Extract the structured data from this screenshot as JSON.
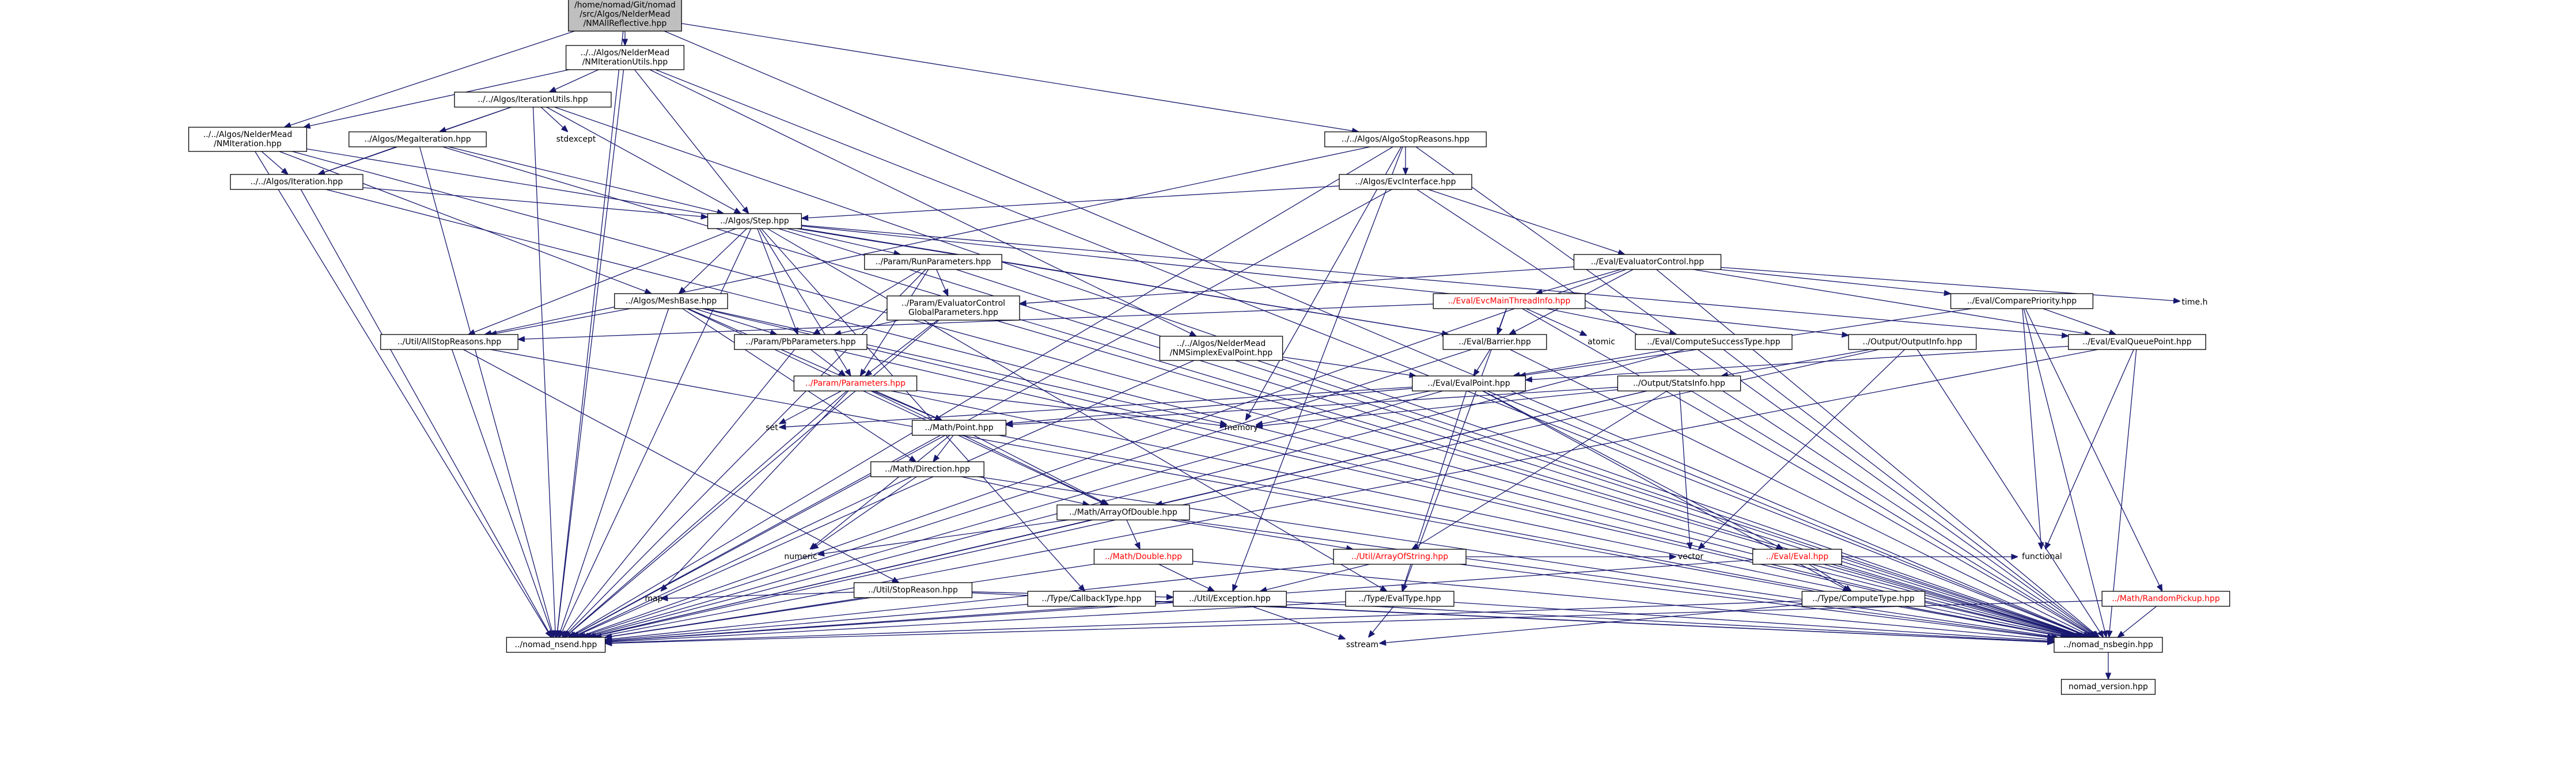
{
  "nodes": [
    {
      "id": "root",
      "lines": [
        "/home/nomad/Git/nomad",
        "/src/Algos/NelderMead",
        "/NMAllReflective.hpp"
      ],
      "style": "root"
    },
    {
      "id": "nmiterutils",
      "lines": [
        "../../Algos/NelderMead",
        "/NMIterationUtils.hpp"
      ]
    },
    {
      "id": "iterutils",
      "lines": [
        "../../Algos/IterationUtils.hpp"
      ]
    },
    {
      "id": "algostop",
      "lines": [
        "../../Algos/AlgoStopReasons.hpp"
      ]
    },
    {
      "id": "nmiteration",
      "lines": [
        "../../Algos/NelderMead",
        "/NMIteration.hpp"
      ]
    },
    {
      "id": "megaiter",
      "lines": [
        "../Algos/MegaIteration.hpp"
      ]
    },
    {
      "id": "stdexcept",
      "lines": [
        "stdexcept"
      ],
      "style": "plain"
    },
    {
      "id": "evcinterface",
      "lines": [
        "../Algos/EvcInterface.hpp"
      ]
    },
    {
      "id": "iteration",
      "lines": [
        "../../Algos/Iteration.hpp"
      ]
    },
    {
      "id": "step",
      "lines": [
        "../Algos/Step.hpp"
      ]
    },
    {
      "id": "runparams",
      "lines": [
        "../Param/RunParameters.hpp"
      ]
    },
    {
      "id": "evalctrl",
      "lines": [
        "../Eval/EvaluatorControl.hpp"
      ]
    },
    {
      "id": "meshbase",
      "lines": [
        "../Algos/MeshBase.hpp"
      ]
    },
    {
      "id": "evcglobal",
      "lines": [
        "../Param/EvaluatorControl",
        "GlobalParameters.hpp"
      ]
    },
    {
      "id": "evcmain",
      "lines": [
        "../Eval/EvcMainThreadInfo.hpp"
      ],
      "style": "red"
    },
    {
      "id": "compprio",
      "lines": [
        "../Eval/ComparePriority.hpp"
      ]
    },
    {
      "id": "timeh",
      "lines": [
        "time.h"
      ],
      "style": "plain"
    },
    {
      "id": "allstop",
      "lines": [
        "../Util/AllStopReasons.hpp"
      ]
    },
    {
      "id": "pbparams",
      "lines": [
        "../Param/PbParameters.hpp"
      ]
    },
    {
      "id": "nmsimplex",
      "lines": [
        "../../Algos/NelderMead",
        "/NMSimplexEvalPoint.hpp"
      ]
    },
    {
      "id": "barrier",
      "lines": [
        "../Eval/Barrier.hpp"
      ]
    },
    {
      "id": "compsucc",
      "lines": [
        "../Eval/ComputeSuccessType.hpp"
      ]
    },
    {
      "id": "atomic",
      "lines": [
        "atomic"
      ],
      "style": "plain"
    },
    {
      "id": "outinfo",
      "lines": [
        "../Output/OutputInfo.hpp"
      ]
    },
    {
      "id": "evalqueue",
      "lines": [
        "../Eval/EvalQueuePoint.hpp"
      ]
    },
    {
      "id": "params",
      "lines": [
        "../Param/Parameters.hpp"
      ],
      "style": "red"
    },
    {
      "id": "evalpoint",
      "lines": [
        "../Eval/EvalPoint.hpp"
      ]
    },
    {
      "id": "statsinfo",
      "lines": [
        "../Output/StatsInfo.hpp"
      ]
    },
    {
      "id": "set",
      "lines": [
        "set"
      ],
      "style": "plain"
    },
    {
      "id": "memory",
      "lines": [
        "memory"
      ],
      "style": "plain"
    },
    {
      "id": "point",
      "lines": [
        "../Math/Point.hpp"
      ]
    },
    {
      "id": "direction",
      "lines": [
        "../Math/Direction.hpp"
      ]
    },
    {
      "id": "arrdouble",
      "lines": [
        "../Math/ArrayOfDouble.hpp"
      ]
    },
    {
      "id": "eval",
      "lines": [
        "../Eval/Eval.hpp"
      ],
      "style": "red"
    },
    {
      "id": "numeric",
      "lines": [
        "numeric"
      ],
      "style": "plain"
    },
    {
      "id": "stopreason",
      "lines": [
        "../Util/StopReason.hpp"
      ]
    },
    {
      "id": "mdouble",
      "lines": [
        "../Math/Double.hpp"
      ],
      "style": "red"
    },
    {
      "id": "arrstring",
      "lines": [
        "../Util/ArrayOfString.hpp"
      ],
      "style": "red"
    },
    {
      "id": "vector",
      "lines": [
        "vector"
      ],
      "style": "plain"
    },
    {
      "id": "functional",
      "lines": [
        "functional"
      ],
      "style": "plain"
    },
    {
      "id": "map",
      "lines": [
        "map"
      ],
      "style": "plain"
    },
    {
      "id": "callback",
      "lines": [
        "../Type/CallbackType.hpp"
      ]
    },
    {
      "id": "exception",
      "lines": [
        "../Util/Exception.hpp"
      ]
    },
    {
      "id": "evaltype",
      "lines": [
        "../Type/EvalType.hpp"
      ]
    },
    {
      "id": "comptype",
      "lines": [
        "../Type/ComputeType.hpp"
      ]
    },
    {
      "id": "randpick",
      "lines": [
        "../Math/RandomPickup.hpp"
      ],
      "style": "red"
    },
    {
      "id": "sstream",
      "lines": [
        "sstream"
      ],
      "style": "plain"
    },
    {
      "id": "nomadend",
      "lines": [
        "../nomad_nsend.hpp"
      ]
    },
    {
      "id": "nomadbegin",
      "lines": [
        "../nomad_nsbegin.hpp"
      ]
    },
    {
      "id": "nomadversion",
      "lines": [
        "nomad_version.hpp"
      ]
    }
  ],
  "edges": [
    [
      "root",
      "nmiterutils"
    ],
    [
      "root",
      "algostop"
    ],
    [
      "root",
      "nmiteration"
    ],
    [
      "root",
      "nomadend"
    ],
    [
      "root",
      "nomadbegin"
    ],
    [
      "nmiterutils",
      "iterutils"
    ],
    [
      "nmiterutils",
      "step"
    ],
    [
      "nmiterutils",
      "nmiteration"
    ],
    [
      "nmiterutils",
      "nmsimplex"
    ],
    [
      "nmiterutils",
      "nomadend"
    ],
    [
      "nmiterutils",
      "nomadbegin"
    ],
    [
      "iterutils",
      "megaiter"
    ],
    [
      "iterutils",
      "iteration"
    ],
    [
      "iterutils",
      "step"
    ],
    [
      "iterutils",
      "stdexcept"
    ],
    [
      "iterutils",
      "nomadend"
    ],
    [
      "iterutils",
      "nomadbegin"
    ],
    [
      "algostop",
      "evcinterface"
    ],
    [
      "algostop",
      "allstop"
    ],
    [
      "algostop",
      "memory"
    ],
    [
      "algostop",
      "nomadend"
    ],
    [
      "algostop",
      "nomadbegin"
    ],
    [
      "algostop",
      "exception"
    ],
    [
      "nmiteration",
      "iteration"
    ],
    [
      "nmiteration",
      "meshbase"
    ],
    [
      "nmiteration",
      "nomadend"
    ],
    [
      "nmiteration",
      "nomadbegin"
    ],
    [
      "nmiteration",
      "barrier"
    ],
    [
      "megaiter",
      "iteration"
    ],
    [
      "megaiter",
      "step"
    ],
    [
      "megaiter",
      "nomadend"
    ],
    [
      "megaiter",
      "nomadbegin"
    ],
    [
      "evcinterface",
      "step"
    ],
    [
      "evcinterface",
      "evalctrl"
    ],
    [
      "evcinterface",
      "nomadend"
    ],
    [
      "evcinterface",
      "nomadbegin"
    ],
    [
      "iteration",
      "step"
    ],
    [
      "iteration",
      "nomadend"
    ],
    [
      "iteration",
      "nomadbegin"
    ],
    [
      "step",
      "runparams"
    ],
    [
      "step",
      "meshbase"
    ],
    [
      "step",
      "pbparams"
    ],
    [
      "step",
      "allstop"
    ],
    [
      "step",
      "barrier"
    ],
    [
      "step",
      "outinfo"
    ],
    [
      "step",
      "callback"
    ],
    [
      "step",
      "evaltype"
    ],
    [
      "step",
      "nomadend"
    ],
    [
      "step",
      "nomadbegin"
    ],
    [
      "step",
      "evalqueue"
    ],
    [
      "step",
      "params"
    ],
    [
      "runparams",
      "evcglobal"
    ],
    [
      "runparams",
      "pbparams"
    ],
    [
      "runparams",
      "params"
    ],
    [
      "runparams",
      "nomadend"
    ],
    [
      "runparams",
      "nomadbegin"
    ],
    [
      "evalctrl",
      "evcglobal"
    ],
    [
      "evalctrl",
      "evcmain"
    ],
    [
      "evalctrl",
      "compprio"
    ],
    [
      "evalctrl",
      "timeh"
    ],
    [
      "evalctrl",
      "barrier"
    ],
    [
      "evalctrl",
      "evalqueue"
    ],
    [
      "evalctrl",
      "nomadend"
    ],
    [
      "evalctrl",
      "nomadbegin"
    ],
    [
      "meshbase",
      "allstop"
    ],
    [
      "meshbase",
      "pbparams"
    ],
    [
      "meshbase",
      "point"
    ],
    [
      "meshbase",
      "direction"
    ],
    [
      "meshbase",
      "arrdouble"
    ],
    [
      "meshbase",
      "memory"
    ],
    [
      "meshbase",
      "nomadend"
    ],
    [
      "meshbase",
      "nomadbegin"
    ],
    [
      "evcglobal",
      "pbparams"
    ],
    [
      "evcglobal",
      "params"
    ],
    [
      "evcglobal",
      "nomadend"
    ],
    [
      "evcglobal",
      "nomadbegin"
    ],
    [
      "evcmain",
      "allstop"
    ],
    [
      "evcmain",
      "barrier"
    ],
    [
      "evcmain",
      "compsucc"
    ],
    [
      "evcmain",
      "atomic"
    ],
    [
      "evcmain",
      "evaltype"
    ],
    [
      "evcmain",
      "nomadbegin"
    ],
    [
      "compprio",
      "evalqueue"
    ],
    [
      "compprio",
      "evalpoint"
    ],
    [
      "compprio",
      "randpick"
    ],
    [
      "compprio",
      "functional"
    ],
    [
      "compprio",
      "nomadbegin"
    ],
    [
      "allstop",
      "stopreason"
    ],
    [
      "allstop",
      "nomadend"
    ],
    [
      "allstop",
      "nomadbegin"
    ],
    [
      "pbparams",
      "params"
    ],
    [
      "pbparams",
      "nomadend"
    ],
    [
      "pbparams",
      "nomadbegin"
    ],
    [
      "nmsimplex",
      "evalpoint"
    ],
    [
      "nmsimplex",
      "nomadend"
    ],
    [
      "nmsimplex",
      "nomadbegin"
    ],
    [
      "barrier",
      "evalpoint"
    ],
    [
      "barrier",
      "nomadend"
    ],
    [
      "barrier",
      "nomadbegin"
    ],
    [
      "compsucc",
      "evalpoint"
    ],
    [
      "compsucc",
      "nomadend"
    ],
    [
      "compsucc",
      "nomadbegin"
    ],
    [
      "outinfo",
      "statsinfo"
    ],
    [
      "outinfo",
      "nomadend"
    ],
    [
      "outinfo",
      "nomadbegin"
    ],
    [
      "outinfo",
      "vector"
    ],
    [
      "evalqueue",
      "evalpoint"
    ],
    [
      "evalqueue",
      "nomadend"
    ],
    [
      "evalqueue",
      "nomadbegin"
    ],
    [
      "evalqueue",
      "functional"
    ],
    [
      "params",
      "point"
    ],
    [
      "params",
      "set"
    ],
    [
      "params",
      "memory"
    ],
    [
      "params",
      "map"
    ],
    [
      "params",
      "nomadend"
    ],
    [
      "params",
      "nomadbegin"
    ],
    [
      "params",
      "arrdouble"
    ],
    [
      "evalpoint",
      "point"
    ],
    [
      "evalpoint",
      "eval"
    ],
    [
      "evalpoint",
      "comptype"
    ],
    [
      "evalpoint",
      "evaltype"
    ],
    [
      "evalpoint",
      "set"
    ],
    [
      "evalpoint",
      "memory"
    ],
    [
      "evalpoint",
      "nomadend"
    ],
    [
      "evalpoint",
      "nomadbegin"
    ],
    [
      "statsinfo",
      "arrdouble"
    ],
    [
      "statsinfo",
      "point"
    ],
    [
      "statsinfo",
      "arrstring"
    ],
    [
      "statsinfo",
      "memory"
    ],
    [
      "statsinfo",
      "vector"
    ],
    [
      "statsinfo",
      "nomadend"
    ],
    [
      "statsinfo",
      "nomadbegin"
    ],
    [
      "point",
      "direction"
    ],
    [
      "point",
      "arrdouble"
    ],
    [
      "point",
      "numeric"
    ],
    [
      "point",
      "nomadend"
    ],
    [
      "point",
      "nomadbegin"
    ],
    [
      "direction",
      "arrdouble"
    ],
    [
      "direction",
      "numeric"
    ],
    [
      "direction",
      "nomadend"
    ],
    [
      "direction",
      "nomadbegin"
    ],
    [
      "arrdouble",
      "mdouble"
    ],
    [
      "arrdouble",
      "arrstring"
    ],
    [
      "arrdouble",
      "numeric"
    ],
    [
      "arrdouble",
      "nomadend"
    ],
    [
      "arrdouble",
      "nomadbegin"
    ],
    [
      "eval",
      "comptype"
    ],
    [
      "eval",
      "functional"
    ],
    [
      "eval",
      "nomadend"
    ],
    [
      "eval",
      "nomadbegin"
    ],
    [
      "stopreason",
      "map"
    ],
    [
      "stopreason",
      "exception"
    ],
    [
      "stopreason",
      "nomadend"
    ],
    [
      "stopreason",
      "nomadbegin"
    ],
    [
      "mdouble",
      "exception"
    ],
    [
      "mdouble",
      "nomadend"
    ],
    [
      "mdouble",
      "nomadbegin"
    ],
    [
      "arrstring",
      "vector"
    ],
    [
      "arrstring",
      "exception"
    ],
    [
      "arrstring",
      "nomadend"
    ],
    [
      "arrstring",
      "nomadbegin"
    ],
    [
      "callback",
      "nomadend"
    ],
    [
      "callback",
      "nomadbegin"
    ],
    [
      "exception",
      "sstream"
    ],
    [
      "exception",
      "nomadend"
    ],
    [
      "exception",
      "nomadbegin"
    ],
    [
      "evaltype",
      "sstream"
    ],
    [
      "evaltype",
      "nomadend"
    ],
    [
      "evaltype",
      "nomadbegin"
    ],
    [
      "comptype",
      "sstream"
    ],
    [
      "comptype",
      "nomadend"
    ],
    [
      "comptype",
      "nomadbegin"
    ],
    [
      "randpick",
      "nomadend"
    ],
    [
      "randpick",
      "nomadbegin"
    ],
    [
      "nomadbegin",
      "nomadversion"
    ]
  ],
  "colors": {
    "edge": "#191970",
    "root_fill": "#bfbfbf",
    "red_label": "#ff0000",
    "box_stroke": "#000000"
  }
}
